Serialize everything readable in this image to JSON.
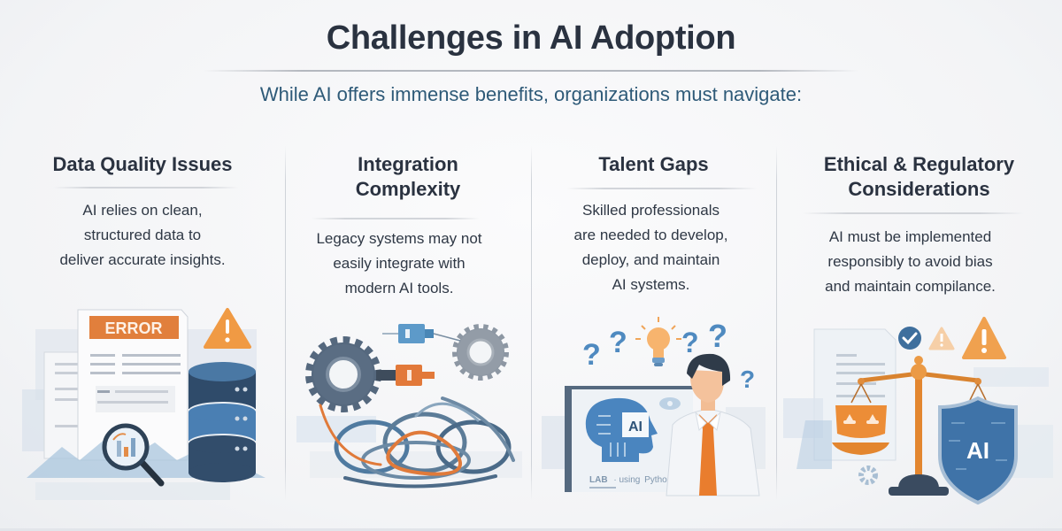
{
  "header": {
    "title": "Challenges in AI Adoption",
    "subtitle": "While AI offers immense benefits, organizations must navigate:"
  },
  "columns": [
    {
      "heading": [
        "Data Quality Issues"
      ],
      "body": [
        "AI relies on clean,",
        "structured data to",
        "deliver accurate insights."
      ],
      "illustration": {
        "icons": [
          "document-icon",
          "error-label",
          "warning-icon",
          "database-icon",
          "magnifier-icon",
          "chart-icon"
        ],
        "label": "ERROR"
      }
    },
    {
      "heading": [
        "Integration",
        "Complexity"
      ],
      "body": [
        "Legacy systems may not",
        "easily integrate with",
        "modern AI tools."
      ],
      "illustration": {
        "icons": [
          "gear-icon",
          "gear-icon",
          "plug-connector-icon",
          "tangled-cables-icon"
        ]
      }
    },
    {
      "heading": [
        "Talent Gaps"
      ],
      "body": [
        "Skilled professionals",
        "are needed to develop,",
        "deploy, and maintain",
        "AI systems."
      ],
      "illustration": {
        "icons": [
          "question-mark-icon",
          "lightbulb-icon",
          "monitor-icon",
          "ai-head-icon",
          "person-icon"
        ],
        "screen_badge": "AI",
        "screen_caption": "Python"
      }
    },
    {
      "heading": [
        "Ethical & Regulatory",
        "Considerations"
      ],
      "body": [
        "AI must be implemented",
        "responsibly to avoid bias",
        "and maintain compilance."
      ],
      "illustration": {
        "icons": [
          "balance-scale-icon",
          "checkmark-icon",
          "warning-icon",
          "shield-icon",
          "document-icon",
          "gear-icon"
        ],
        "shield_label": "AI"
      }
    }
  ],
  "colors": {
    "title": "#2a3240",
    "subtitle": "#2e5a78",
    "accent_orange": "#e0823a",
    "accent_blue": "#3f73a8",
    "dark_slate": "#3d4e63"
  }
}
